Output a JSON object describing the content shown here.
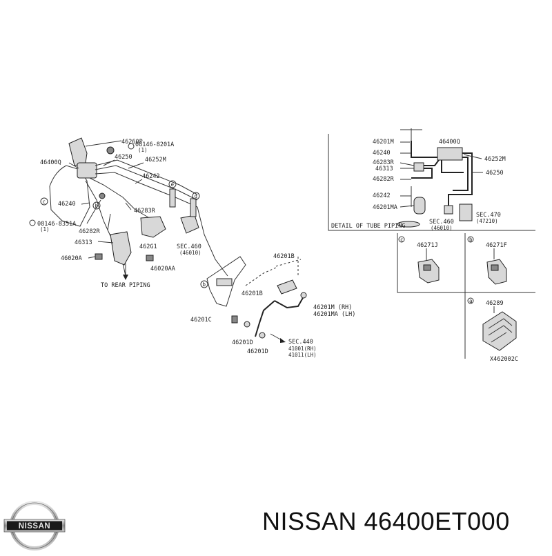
{
  "labels": {
    "p46260P": "46260P",
    "b08146a": "08146-8201A",
    "b08146a_qty": "(1)",
    "p46400Q": "46400Q",
    "p46250": "46250",
    "p46252M": "46252M",
    "p46242": "46242",
    "p46240": "46240",
    "p46283R": "46283R",
    "b08146b": "08146-8351A",
    "b08146b_qty": "(1)",
    "p46282R": "46282R",
    "p46313": "46313",
    "p462G1": "462G1",
    "sec460": "SEC.460",
    "sec460_sub": "(46010)",
    "p46020A": "46020A",
    "p46020AA": "46020AA",
    "to_rear": "TO REAR PIPING",
    "p46201B_top": "46201B",
    "p46201B": "46201B",
    "p46201M": "46201M (RH)",
    "p46201MA": "46201MA (LH)",
    "p46201C": "46201C",
    "p46201D_a": "46201D",
    "p46201D_b": "46201D",
    "sec440": "SEC.440",
    "sec440_rh": "41001(RH)",
    "sec440_lh": "41011(LH)",
    "circ_c": "c",
    "circ_b": "b",
    "circ_d": "d",
    "circ_e": "e"
  },
  "detail": {
    "d46201M": "46201M",
    "d46400Q": "46400Q",
    "d46240": "46240",
    "d46252M": "46252M",
    "d46283R": "46283R",
    "d46313": "46313",
    "d46250": "46250",
    "d46282R": "46282R",
    "d46242": "46242",
    "d46201MA": "46201MA",
    "dsec470": "SEC.470",
    "dsec470_sub": "(47210)",
    "dsec460": "SEC.460",
    "dsec460_sub": "(46010)",
    "caption": "DETAIL OF TUBE PIPING"
  },
  "insets": {
    "c_letter": "c",
    "c_part": "46271J",
    "b_letter": "b",
    "b_part": "46271F",
    "a_letter": "a",
    "a_part": "46289",
    "code": "X462002C"
  },
  "footer": {
    "brand_text": "NISSAN 46400ET000",
    "logo_text": "NISSAN"
  },
  "colors": {
    "line": "#333333",
    "background": "#ffffff"
  }
}
